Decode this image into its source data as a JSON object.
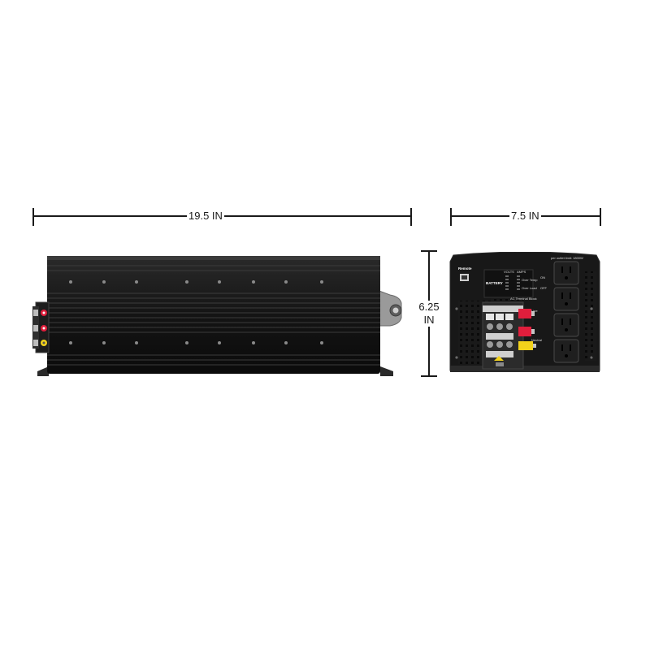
{
  "dimensions": {
    "length": "19.5 IN",
    "width": "7.5 IN",
    "height_value": "6.25",
    "height_unit": "IN"
  },
  "rear_panel": {
    "remote_label": "Remote",
    "battery_label": "BATTERY",
    "volts_label": "VOLTS",
    "amps_label": "AMPS",
    "over_temp_label": "Over Temp",
    "over_load_label": "Over Load",
    "on_label": "ON",
    "off_label": "OFF",
    "ac_terminal_label": "AC Terminal Block",
    "outlet_note": "per outlet limit: 1800W",
    "line_label": "Line",
    "neutral_label": "Neutral"
  },
  "colors": {
    "background": "#ffffff",
    "chassis": "#141414",
    "positive_terminal": "#e01e3c",
    "ground_terminal": "#f2d21b"
  }
}
